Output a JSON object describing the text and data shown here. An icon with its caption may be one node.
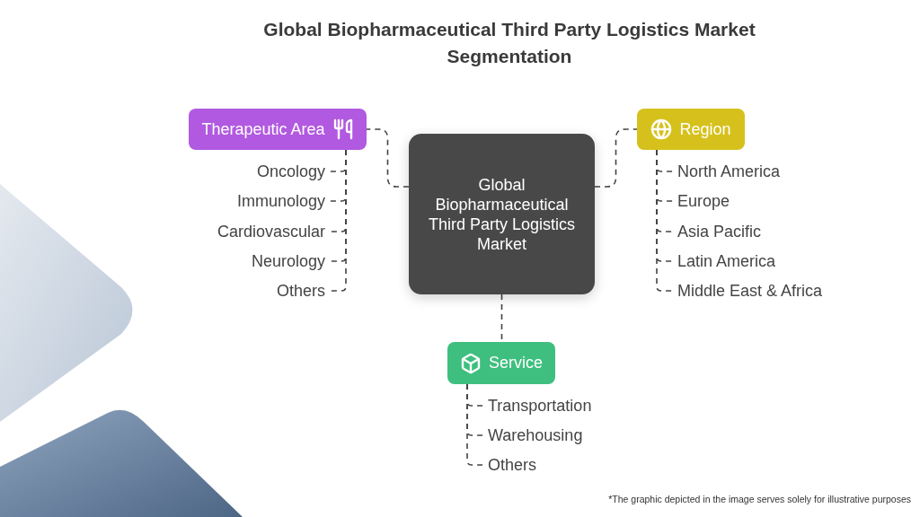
{
  "diagram": {
    "title": "Global Biopharmaceutical Third Party Logistics Market Segmentation",
    "nodes": [
      {
        "text": [
          "Global Biopharmaceutical Third Party Logistics Market"
        ]
      },
      {
        "text": [
          "Therapeutic Area"
        ]
      },
      {
        "text": [
          "Oncology"
        ]
      },
      {
        "text": [
          "Immunology"
        ]
      },
      {
        "text": [
          "Cardiovascular"
        ]
      },
      {
        "text": [
          "Neurology"
        ]
      },
      {
        "text": [
          "Others"
        ]
      },
      {
        "text": [
          "Region"
        ]
      },
      {
        "text": [
          "North America"
        ]
      },
      {
        "text": [
          "Europe"
        ]
      },
      {
        "text": [
          "Asia Pacific"
        ]
      },
      {
        "text": [
          "Latin America"
        ]
      },
      {
        "text": [
          "Middle East & Africa"
        ]
      },
      {
        "text": [
          "Service"
        ]
      },
      {
        "text": [
          "Transportation"
        ]
      },
      {
        "text": [
          "Warehousing"
        ]
      },
      {
        "text": [
          "Others"
        ]
      }
    ],
    "edges": [
      {
        "from": 0,
        "to": 1,
        "arrow": "none",
        "style": "dashed"
      },
      {
        "from": 1,
        "to": 2,
        "arrow": "none",
        "style": "dashed"
      },
      {
        "from": 1,
        "to": 3,
        "arrow": "none",
        "style": "dashed"
      },
      {
        "from": 1,
        "to": 4,
        "arrow": "none",
        "style": "dashed"
      },
      {
        "from": 1,
        "to": 5,
        "arrow": "none",
        "style": "dashed"
      },
      {
        "from": 1,
        "to": 6,
        "arrow": "none",
        "style": "dashed"
      },
      {
        "from": 0,
        "to": 7,
        "arrow": "none",
        "style": "dashed"
      },
      {
        "from": 7,
        "to": 8,
        "arrow": "none",
        "style": "dashed"
      },
      {
        "from": 7,
        "to": 9,
        "arrow": "none",
        "style": "dashed"
      },
      {
        "from": 7,
        "to": 10,
        "arrow": "none",
        "style": "dashed"
      },
      {
        "from": 7,
        "to": 11,
        "arrow": "none",
        "style": "dashed"
      },
      {
        "from": 7,
        "to": 12,
        "arrow": "none",
        "style": "dashed"
      },
      {
        "from": 0,
        "to": 13,
        "arrow": "none",
        "style": "dashed"
      },
      {
        "from": 13,
        "to": 14,
        "arrow": "none",
        "style": "dashed"
      },
      {
        "from": 13,
        "to": 15,
        "arrow": "none",
        "style": "dashed"
      },
      {
        "from": 13,
        "to": 16,
        "arrow": "none",
        "style": "dashed"
      }
    ],
    "labels": [
      "*The graphic depicted in the image serves solely for illustrative purposes"
    ]
  }
}
